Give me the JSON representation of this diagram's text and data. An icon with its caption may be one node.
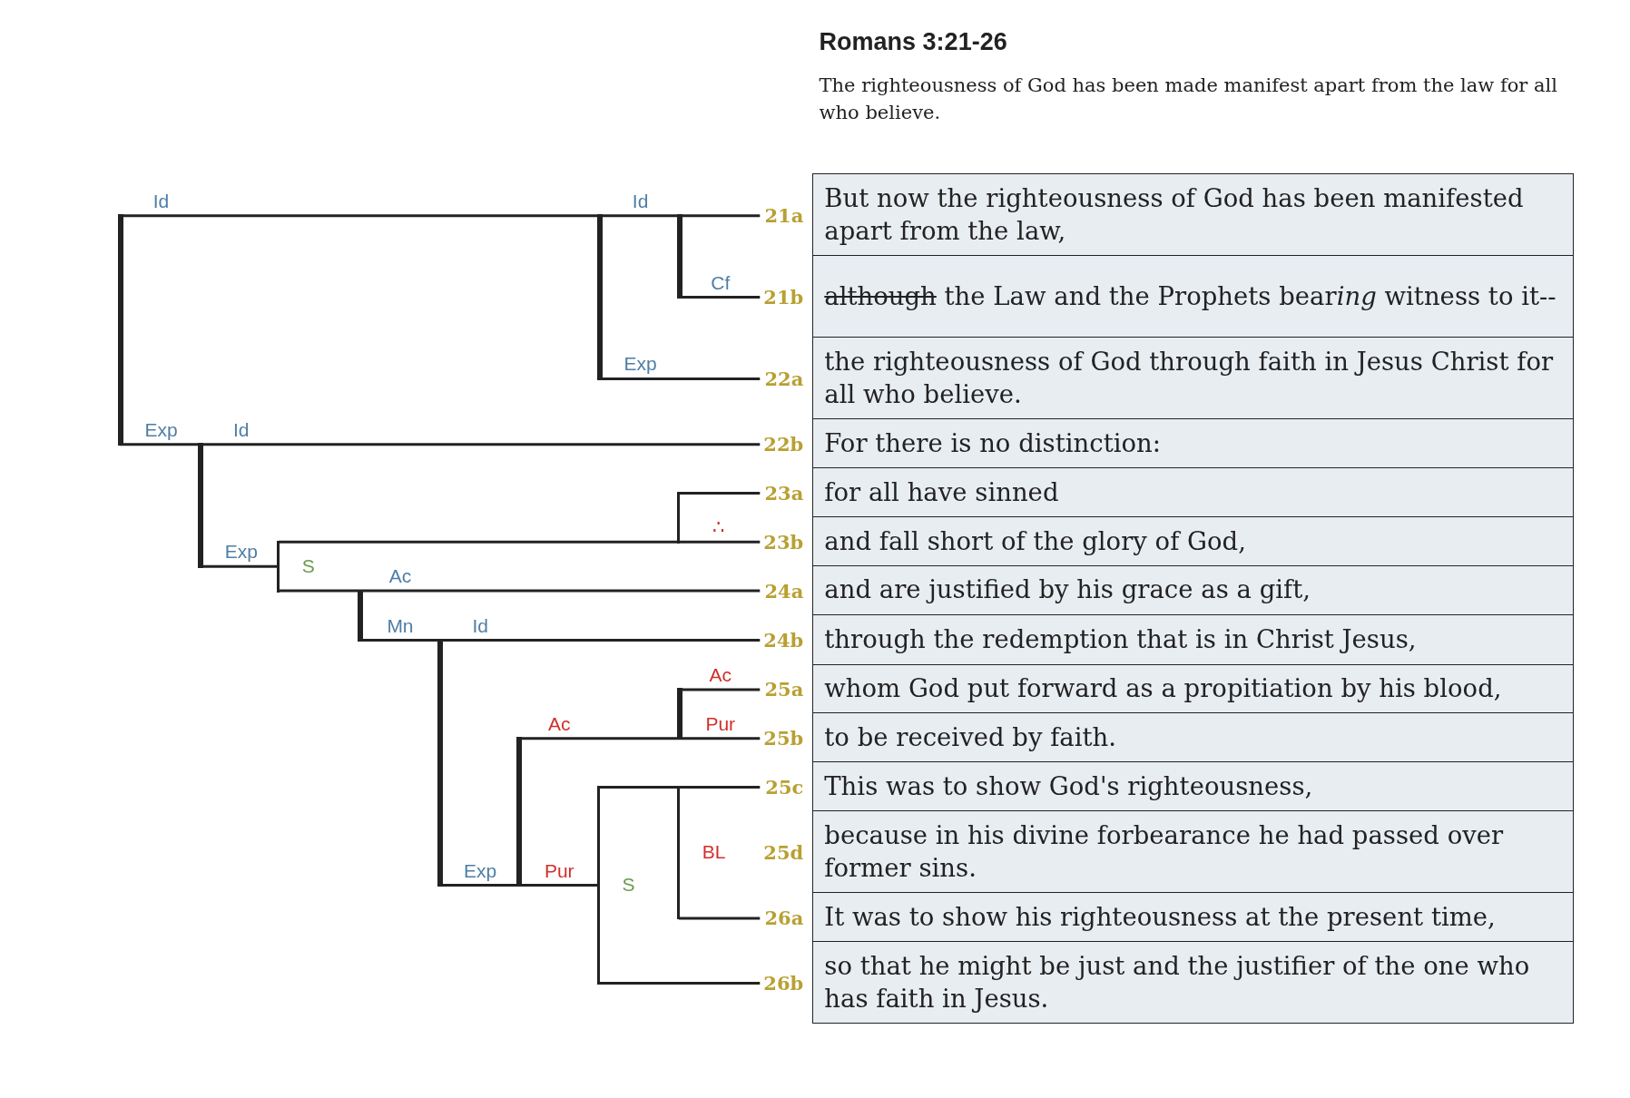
{
  "diagram": {
    "title": "Romans 3:21-26",
    "nodes": [
      {
        "text": [
          "But now the righteousness of God has been manifested apart from the law,"
        ],
        "beside": [
          "21a"
        ]
      },
      {
        "text": [
          "although",
          "the Law and the Prophets bearing witness to it--"
        ],
        "beside": [
          "21b"
        ]
      },
      {
        "text": [
          "the righteousness of God through faith in Jesus Christ for all who believe."
        ],
        "beside": [
          "22a"
        ]
      },
      {
        "text": [
          "For there is no distinction:"
        ],
        "beside": [
          "22b"
        ]
      },
      {
        "text": [
          "for all have sinned"
        ],
        "beside": [
          "23a"
        ]
      },
      {
        "text": [
          "and fall short of the glory of God,"
        ],
        "beside": [
          "23b"
        ]
      },
      {
        "text": [
          "and are justified by his grace as a gift,"
        ],
        "beside": [
          "24a"
        ]
      },
      {
        "text": [
          "through the redemption that is in Christ Jesus,"
        ],
        "beside": [
          "24b"
        ]
      },
      {
        "text": [
          "whom God put forward as a propitiation by his blood,"
        ],
        "beside": [
          "25a"
        ]
      },
      {
        "text": [
          "to be received by faith."
        ],
        "beside": [
          "25b"
        ]
      },
      {
        "text": [
          "This was to show God's righteousness,"
        ],
        "beside": [
          "25c"
        ]
      },
      {
        "text": [
          "because in his divine forbearance he had passed over former sins."
        ],
        "beside": [
          "25d"
        ]
      },
      {
        "text": [
          "It was to show his righteousness at the present time,"
        ],
        "beside": [
          "26a"
        ]
      },
      {
        "text": [
          "so that he might be just and the justifier of the one who has faith in Jesus."
        ],
        "beside": [
          "26b"
        ]
      },
      {
        "text": [],
        "shape": "bar"
      },
      {
        "text": [],
        "shape": "bar"
      },
      {
        "text": [],
        "shape": "bar"
      },
      {
        "text": [],
        "shape": "bar"
      },
      {
        "text": [
          "S"
        ]
      },
      {
        "text": [
          "∴"
        ]
      },
      {
        "text": [],
        "shape": "bar"
      },
      {
        "text": [],
        "shape": "bar"
      },
      {
        "text": [],
        "shape": "bar"
      },
      {
        "text": [],
        "shape": "bar"
      },
      {
        "text": [
          "S"
        ]
      },
      {
        "text": [
          "BL"
        ]
      }
    ],
    "edges": [
      {
        "from": 14,
        "to": 15,
        "arrow": "none",
        "label": "Id"
      },
      {
        "from": 14,
        "to": 17,
        "arrow": "none",
        "label": "Exp"
      },
      {
        "from": 15,
        "to": 16,
        "arrow": "none",
        "label": "Id"
      },
      {
        "from": 15,
        "to": 2,
        "arrow": "none",
        "label": "Exp"
      },
      {
        "from": 16,
        "to": 0,
        "arrow": "none"
      },
      {
        "from": 16,
        "to": 1,
        "arrow": "none",
        "label": "Cf"
      },
      {
        "from": 17,
        "to": 3,
        "arrow": "none",
        "label": "Id"
      },
      {
        "from": 17,
        "to": 18,
        "arrow": "none",
        "label": "Exp"
      },
      {
        "from": 18,
        "to": 19,
        "arrow": "none"
      },
      {
        "from": 18,
        "to": 20,
        "arrow": "none"
      },
      {
        "from": 19,
        "to": 4,
        "arrow": "none"
      },
      {
        "from": 19,
        "to": 5,
        "arrow": "none"
      },
      {
        "from": 20,
        "to": 6,
        "arrow": "none",
        "label": "Ac"
      },
      {
        "from": 20,
        "to": 21,
        "arrow": "none",
        "label": "Mn"
      },
      {
        "from": 21,
        "to": 7,
        "arrow": "none",
        "label": "Id"
      },
      {
        "from": 21,
        "to": 22,
        "arrow": "none",
        "label": "Exp"
      },
      {
        "from": 22,
        "to": 23,
        "arrow": "none",
        "label": "Ac"
      },
      {
        "from": 22,
        "to": 24,
        "arrow": "none",
        "label": "Pur"
      },
      {
        "from": 23,
        "to": 8,
        "arrow": "none",
        "label": "Ac"
      },
      {
        "from": 23,
        "to": 9,
        "arrow": "none",
        "label": "Pur"
      },
      {
        "from": 24,
        "to": 25,
        "arrow": "none"
      },
      {
        "from": 24,
        "to": 13,
        "arrow": "none"
      },
      {
        "from": 25,
        "to": 10,
        "arrow": "none"
      },
      {
        "from": 25,
        "to": 12,
        "arrow": "none"
      }
    ],
    "labels": [
      "The righteousness of God has been made manifest apart from the law for all who believe."
    ]
  }
}
